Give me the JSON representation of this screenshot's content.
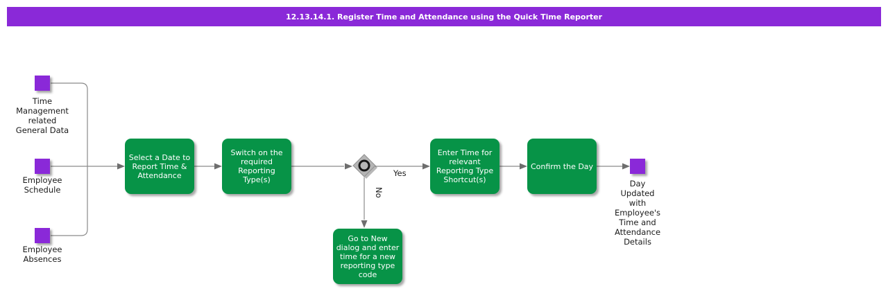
{
  "title_bar": {
    "text": "12.13.14.1. Register Time and Attendance using the Quick Time Reporter"
  },
  "colors": {
    "accent_purple": "#8a29d8",
    "process_green": "#079347",
    "line_gray": "#8a8a8a",
    "arrow_gray": "#6e6e6e",
    "diamond_gray": "#b5b5b5"
  },
  "artifacts": [
    {
      "id": "time-management-general-data",
      "label": "Time\nManagement\nrelated\nGeneral Data"
    },
    {
      "id": "employee-schedule",
      "label": "Employee\nSchedule"
    },
    {
      "id": "employee-absences",
      "label": "Employee\nAbsences"
    },
    {
      "id": "day-updated",
      "label": "Day\nUpdated\nwith\nEmployee's\nTime and\nAttendance\nDetails"
    }
  ],
  "processes": [
    {
      "id": "select-date",
      "label": "Select a Date to\nReport Time &\nAttendance"
    },
    {
      "id": "switch-reporting-type",
      "label": "Switch on the\nrequired\nReporting\nType(s)"
    },
    {
      "id": "enter-time",
      "label": "Enter Time for\nrelevant\nReporting Type\nShortcut(s)"
    },
    {
      "id": "confirm-day",
      "label": "Confirm the Day"
    },
    {
      "id": "go-to-new-dialog",
      "label": "Go to New\ndialog and enter\ntime for a new\nreporting type\ncode"
    }
  ],
  "decision": {
    "yes": "Yes",
    "no": "No"
  }
}
